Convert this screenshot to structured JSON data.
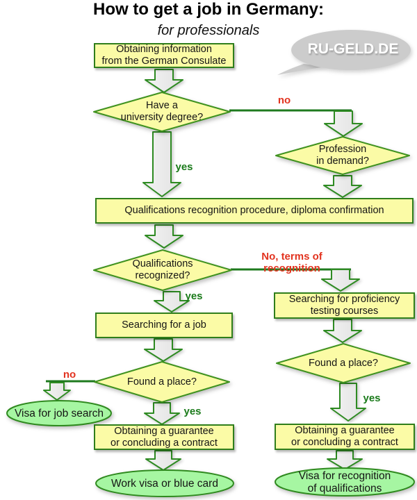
{
  "title": "How to get a job in Germany:",
  "subtitle": "for professionals",
  "logo": {
    "text": "RU-GELD.DE"
  },
  "colors": {
    "node_yellow": "#fbfba6",
    "node_green": "#a6f6a2",
    "border_green": "#2f7e1b",
    "line_green": "#1e7a1e",
    "label_yes_green": "#1a7a1a",
    "label_no_red": "#e2331f",
    "arrow_gray": "#eaeaea",
    "bubble_gray": "#cccccc"
  },
  "nodes": {
    "consulate": {
      "lines": [
        "Obtaining information",
        "from the German Consulate"
      ]
    },
    "degree": {
      "lines": [
        "Have a",
        "university degree?"
      ]
    },
    "demand": {
      "lines": [
        "Profession",
        "in demand?"
      ]
    },
    "procedure": {
      "text": "Qualifications recognition procedure, diploma confirmation"
    },
    "recognized": {
      "lines": [
        "Qualifications",
        "recognized?"
      ]
    },
    "courses": {
      "lines": [
        "Searching for proficiency",
        "testing courses"
      ]
    },
    "job_search": {
      "text": "Searching for a job"
    },
    "place_left": {
      "text": "Found a place?"
    },
    "place_right": {
      "text": "Found a place?"
    },
    "visa_job_search": {
      "text": "Visa for job search"
    },
    "guarantee_left": {
      "lines": [
        "Obtaining a guarantee",
        "or concluding a contract"
      ]
    },
    "guarantee_right": {
      "lines": [
        "Obtaining a guarantee",
        "or concluding a contract"
      ]
    },
    "work_visa": {
      "text": "Work visa or blue card"
    },
    "visa_recognition": {
      "lines": [
        "Visa for recognition",
        "of qualifications"
      ]
    }
  },
  "labels": {
    "no_degree": "no",
    "yes_degree": "yes",
    "no_recognized": "No, terms of recognition",
    "yes_recognized": "yes",
    "no_place": "no",
    "yes_place": "yes",
    "yes_place_right": "yes"
  }
}
